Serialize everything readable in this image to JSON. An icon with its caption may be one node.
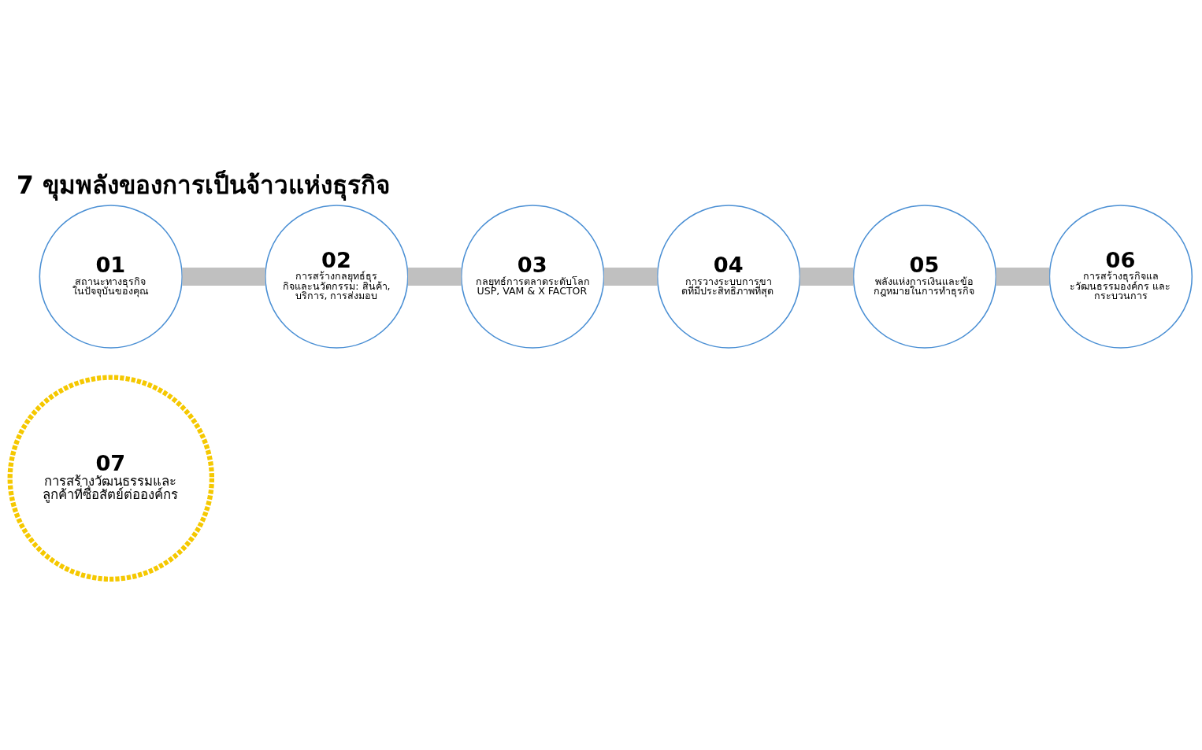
{
  "diagram": {
    "title": "7 ขุมพลังของการเป็นจ้าวแห่งธุรกิจ",
    "nodes": [
      {
        "text": [
          "07",
          "การสร้างวัฒนธรรมและลูกค้าที่ซื่อสัตย์ต่อองค์กร"
        ]
      },
      {
        "text": [
          "01",
          "สถานะทางธุรกิจในปัจจุบันของคุณ"
        ]
      },
      {
        "text": [
          "02",
          "การสร้างกลยุทธ์ธุรกิจและนวัตกรรม: สินค้า, บริการ, การส่งมอบ"
        ]
      },
      {
        "text": [
          "03",
          "กลยุทธ์การตลาดระดับโลก USP, VAM & X FACTOR"
        ]
      },
      {
        "text": [
          "04",
          "การวางระบบการขาดที่มีประสิทธิภาพที่สุด"
        ]
      },
      {
        "text": [
          "05",
          "พลังแห่งการเงินและข้อกฎหมายในการทำธุรกิจ"
        ]
      },
      {
        "text": [
          "06",
          "การสร้างธุรกิจและวัฒนธรรมองค์กร และ กระบวนการ"
        ]
      }
    ],
    "edges": [
      {
        "from": 1,
        "to": 2,
        "arrow": "none"
      },
      {
        "from": 2,
        "to": 3,
        "arrow": "none"
      },
      {
        "from": 3,
        "to": 4,
        "arrow": "none"
      },
      {
        "from": 4,
        "to": 5,
        "arrow": "none"
      },
      {
        "from": 5,
        "to": 6,
        "arrow": "none"
      }
    ]
  }
}
